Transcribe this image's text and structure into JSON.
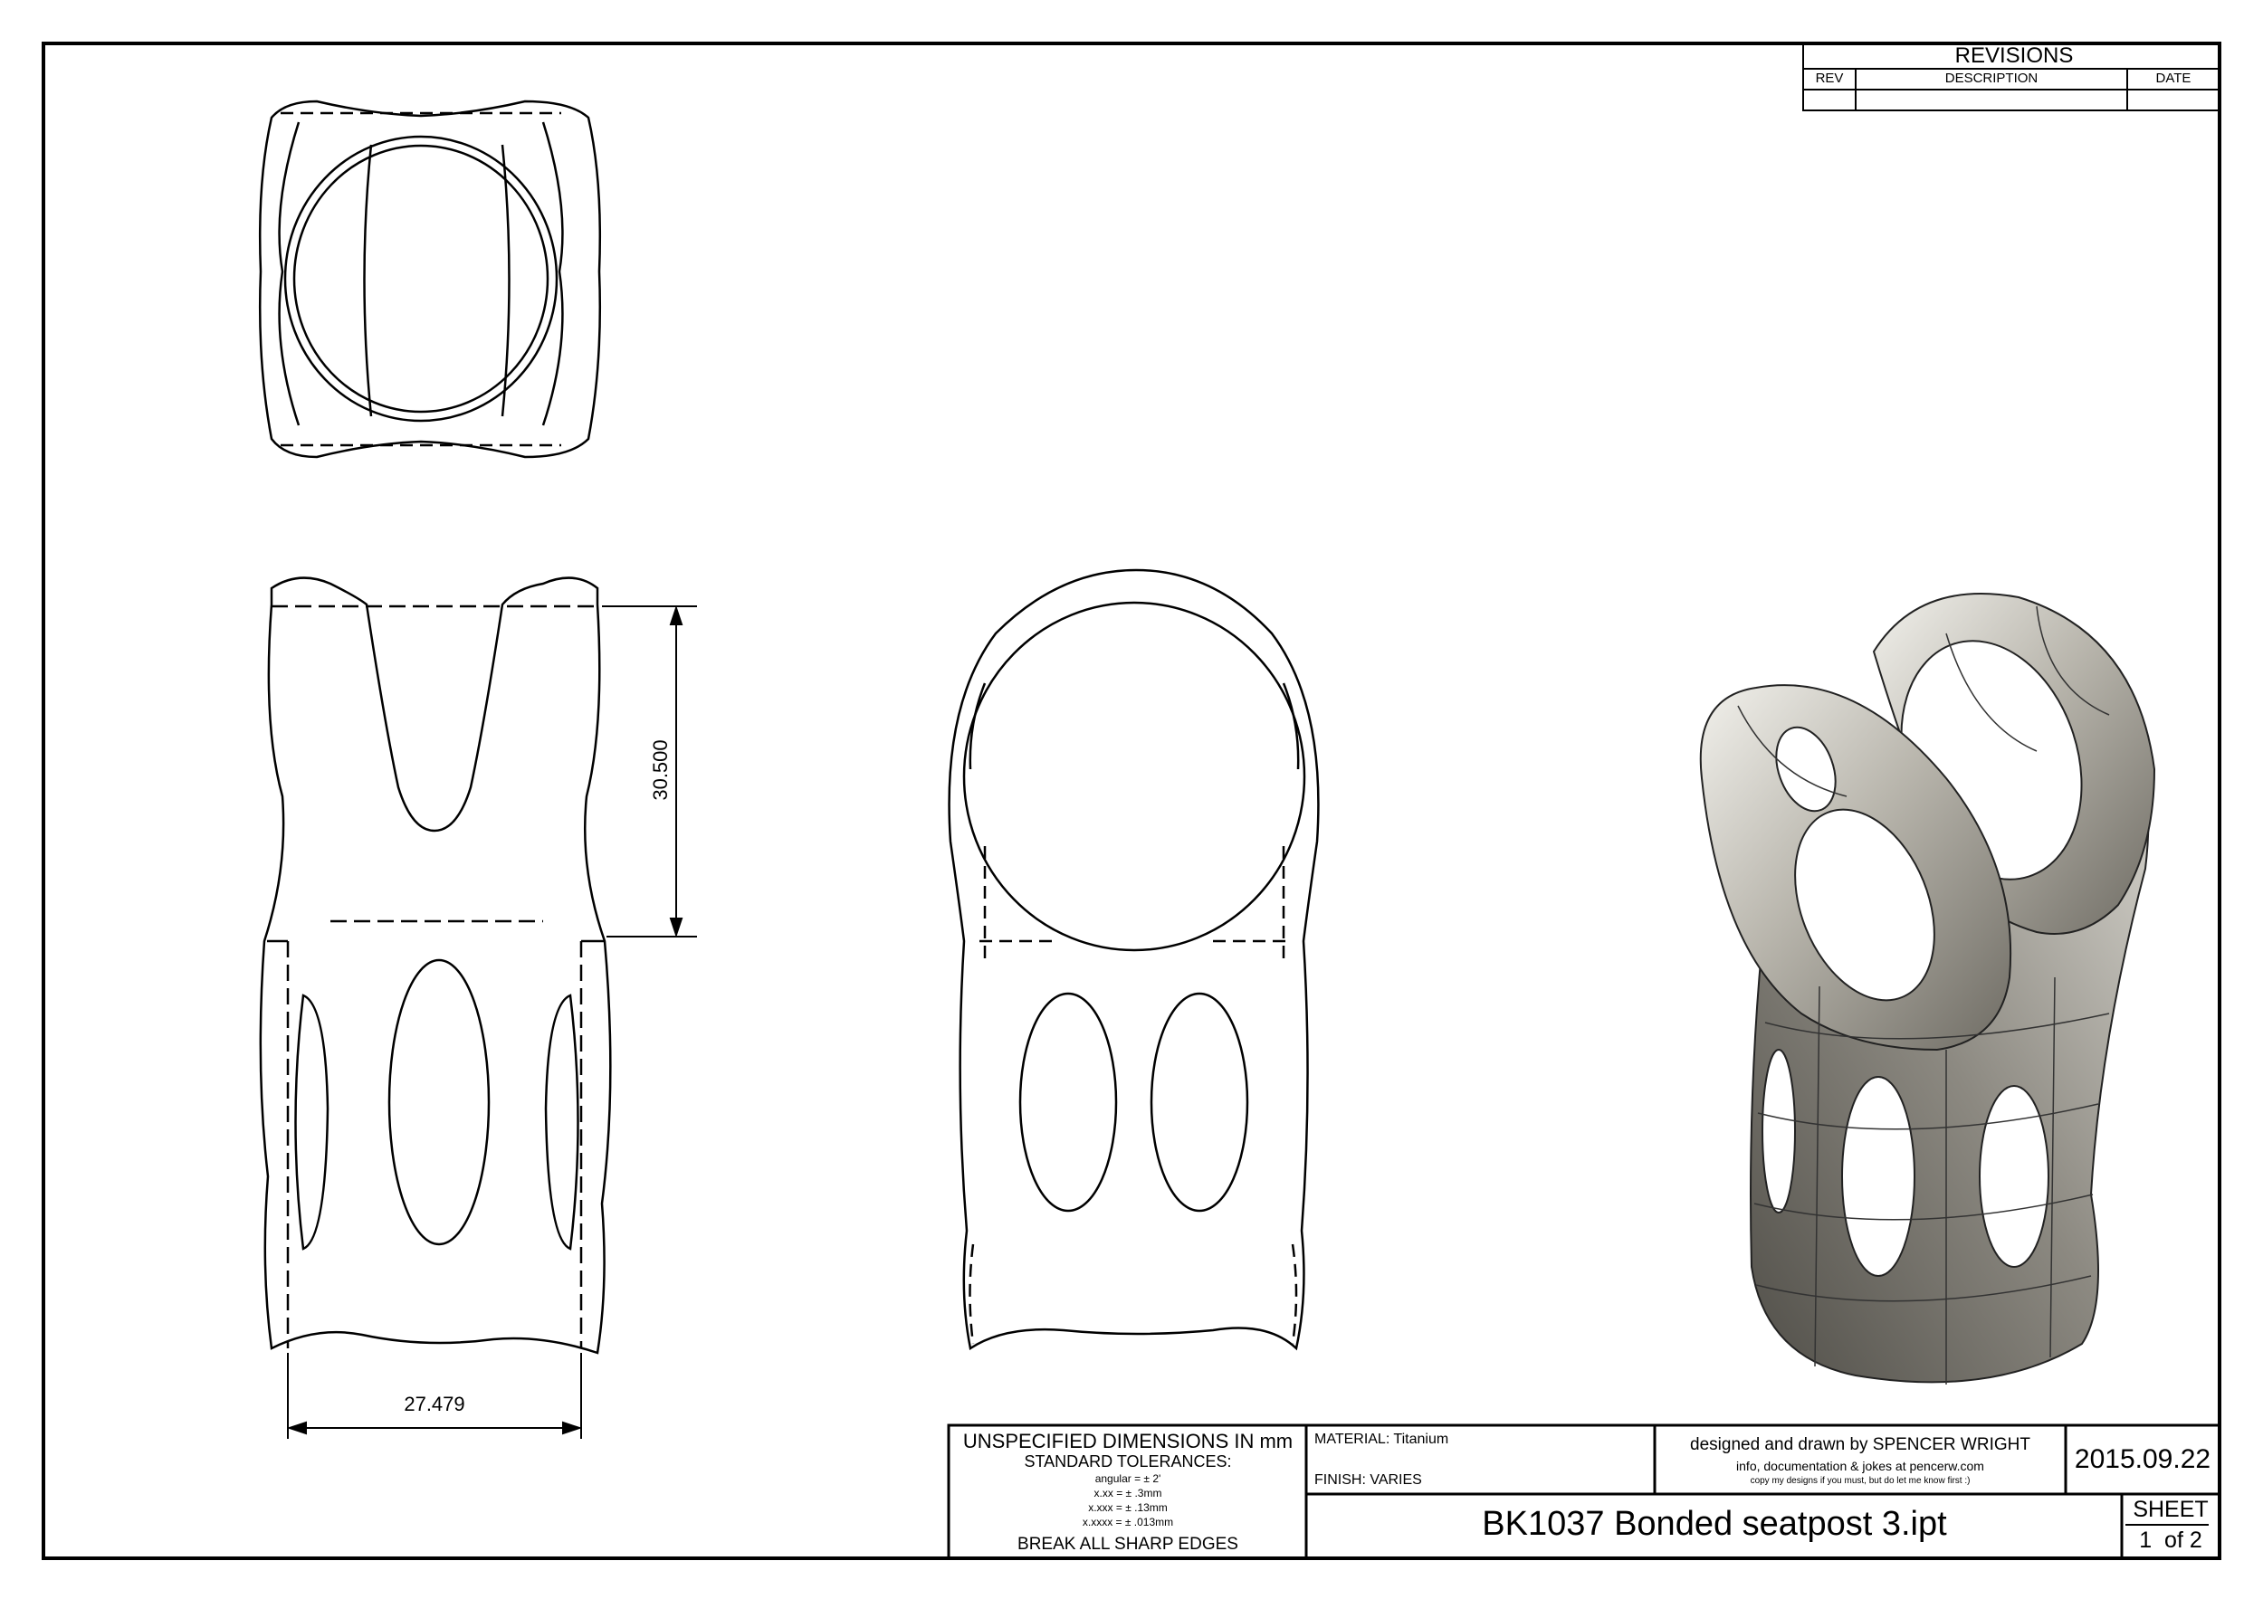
{
  "revisions": {
    "title": "REVISIONS",
    "col_rev": "REV",
    "col_description": "DESCRIPTION",
    "col_date": "DATE"
  },
  "dimensions": {
    "height_label": "30.500",
    "width_label": "27.479"
  },
  "title_block": {
    "unspecified": "UNSPECIFIED DIMENSIONS IN mm",
    "standard_tol": "STANDARD TOLERANCES:",
    "tol_angular": "angular = ± 2'",
    "tol_xx": "x.xx = ± .3mm",
    "tol_xxx": "x.xxx = ± .13mm",
    "tol_xxxx": "x.xxxx = ± .013mm",
    "break_edges": "BREAK ALL SHARP EDGES",
    "material": "MATERIAL: Titanium",
    "finish": "FINISH: VARIES",
    "designer": "designed and drawn by SPENCER WRIGHT",
    "info": "info, documentation & jokes at pencerw.com",
    "copy_note": "copy my designs if you must, but do let me know first :)",
    "date": "2015.09.22",
    "filename": "BK1037 Bonded seatpost 3.ipt",
    "sheet_label": "SHEET",
    "sheet_number": "1  of 2"
  }
}
